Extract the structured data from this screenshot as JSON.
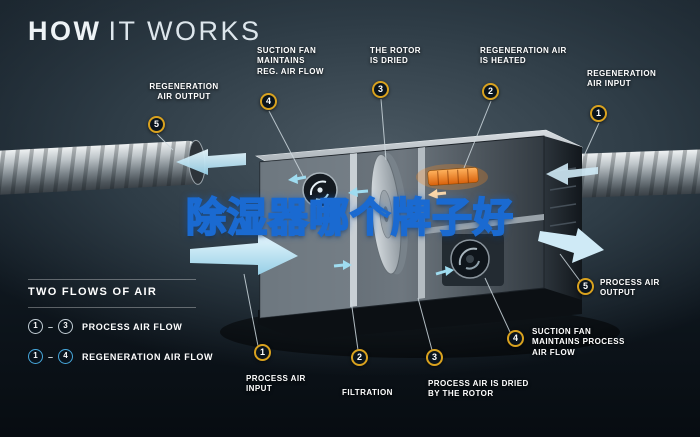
{
  "title": {
    "bold": "HOW",
    "light": "IT WORKS"
  },
  "watermark": {
    "text": "除湿器哪个牌子好"
  },
  "callouts": [
    {
      "num": "5",
      "text": "REGENERATION\nAIR OUTPUT"
    },
    {
      "num": "4",
      "text": "SUCTION FAN\nMAINTAINS\nREG. AIR FLOW"
    },
    {
      "num": "3",
      "text": "THE ROTOR\nIS DRIED"
    },
    {
      "num": "2",
      "text": "REGENERATION AIR\nIS HEATED"
    },
    {
      "num": "1",
      "text": "REGENERATION\nAIR INPUT"
    },
    {
      "num": "5",
      "text": "PROCESS AIR\nOUTPUT"
    },
    {
      "num": "4",
      "text": "SUCTION FAN\nMAINTAINS PROCESS\nAIR FLOW"
    },
    {
      "num": "3",
      "text": "PROCESS AIR IS DRIED\nBY THE ROTOR"
    },
    {
      "num": "2",
      "text": "FILTRATION"
    },
    {
      "num": "1",
      "text": "PROCESS AIR\nINPUT"
    }
  ],
  "legend": {
    "heading": "TWO FLOWS OF AIR",
    "dash": "–",
    "rows": [
      {
        "from": "1",
        "to": "3",
        "label": "PROCESS AIR FLOW"
      },
      {
        "from": "1",
        "to": "4",
        "label": "REGENERATION AIR FLOW"
      }
    ]
  },
  "colors": {
    "accent_gold": "#d9a21f",
    "accent_blue": "#47a8dc",
    "arrow_blue": "#bfe4f2",
    "heater_orange": "#e87a1e",
    "watermark_yellow": "#ffd60a",
    "watermark_blue": "#1a6ad1"
  }
}
